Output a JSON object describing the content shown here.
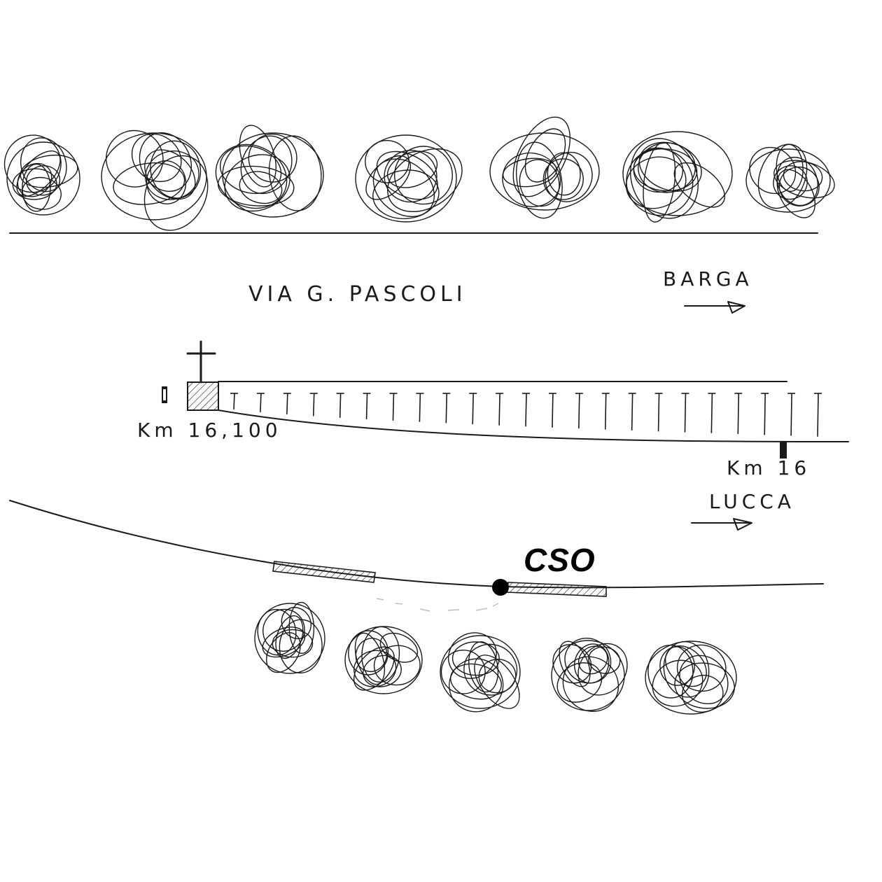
{
  "labels": {
    "street": "VIA  G.  PASCOLI",
    "direction_north": "BARGA",
    "direction_south": "LUCCA",
    "km_marker_left": "Km 16,100",
    "km_marker_right": "Km 16",
    "point_label": "CSO"
  },
  "icons": {
    "church": "cross-icon",
    "trees": "scribble-tree-icon",
    "direction": "arrow-right-icon",
    "milestone": "milestone-icon",
    "point": "location-dot-icon"
  },
  "colors": {
    "ink": "#1a1a1a",
    "background": "#ffffff"
  },
  "trees_top_count": 7,
  "trees_bottom_count": 5,
  "fence_post_count": 23
}
